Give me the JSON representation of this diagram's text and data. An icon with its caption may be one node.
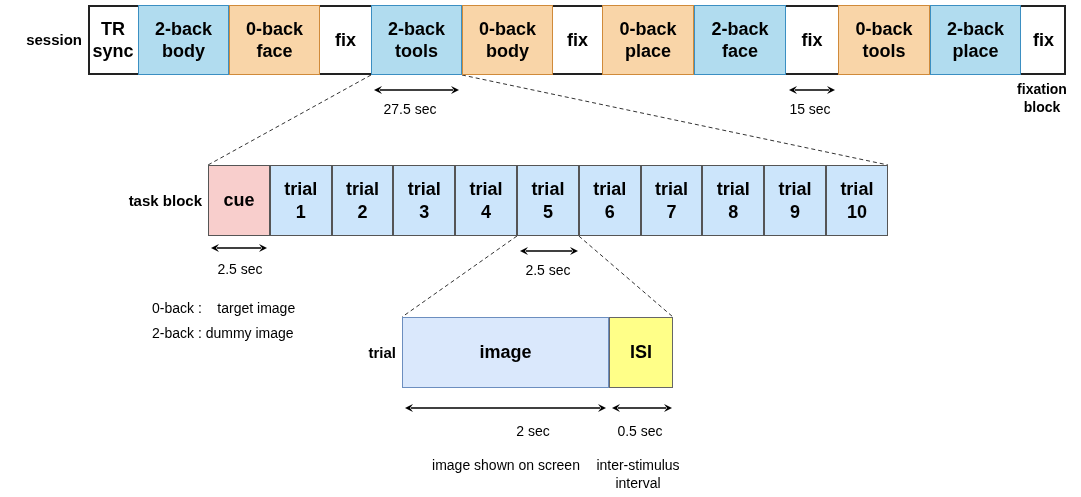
{
  "diagram": {
    "nodes": [
      {
        "text": [
          "session"
        ]
      },
      {
        "text": [
          "TR sync"
        ],
        "in": 0
      },
      {
        "text": [
          "2-back body"
        ],
        "in": 0
      },
      {
        "text": [
          "0-back face"
        ],
        "in": 0
      },
      {
        "text": [
          "fix"
        ],
        "in": 0
      },
      {
        "text": [
          "2-back tools"
        ],
        "in": 0
      },
      {
        "text": [
          "0-back body"
        ],
        "in": 0
      },
      {
        "text": [
          "fix"
        ],
        "in": 0
      },
      {
        "text": [
          "0-back place"
        ],
        "in": 0
      },
      {
        "text": [
          "2-back face"
        ],
        "in": 0
      },
      {
        "text": [
          "fix"
        ],
        "in": 0
      },
      {
        "text": [
          "0-back tools"
        ],
        "in": 0
      },
      {
        "text": [
          "2-back place"
        ],
        "in": 0
      },
      {
        "text": [
          "fix"
        ],
        "in": 0
      },
      {
        "text": [
          "task block"
        ]
      },
      {
        "text": [
          "cue"
        ],
        "in": 14
      },
      {
        "text": [
          "trial 1"
        ],
        "in": 14
      },
      {
        "text": [
          "trial 2"
        ],
        "in": 14
      },
      {
        "text": [
          "trial 3"
        ],
        "in": 14
      },
      {
        "text": [
          "trial 4"
        ],
        "in": 14
      },
      {
        "text": [
          "trial 5"
        ],
        "in": 14
      },
      {
        "text": [
          "trial 6"
        ],
        "in": 14
      },
      {
        "text": [
          "trial 7"
        ],
        "in": 14
      },
      {
        "text": [
          "trial 8"
        ],
        "in": 14
      },
      {
        "text": [
          "trial 9"
        ],
        "in": 14
      },
      {
        "text": [
          "trial 10"
        ],
        "in": 14
      },
      {
        "text": [
          "trial"
        ]
      },
      {
        "text": [
          "image"
        ],
        "in": 26
      },
      {
        "text": [
          "ISI"
        ],
        "in": 26
      }
    ],
    "edges": [
      {
        "from": 5,
        "to": 14,
        "arrow": "none",
        "style": "dashed"
      },
      {
        "from": 5,
        "to": 14,
        "arrow": "none",
        "style": "dashed"
      },
      {
        "from": 20,
        "to": 26,
        "arrow": "none",
        "style": "dashed"
      },
      {
        "from": 20,
        "to": 26,
        "arrow": "none",
        "style": "dashed"
      }
    ],
    "labels": [
      "27.5 sec",
      "15 sec",
      "fixation block",
      "2.5 sec",
      "2.5 sec",
      "0-back :    target image",
      "2-back : dummy image",
      "2 sec",
      "0.5 sec",
      "image shown on screen",
      "inter-stimulus interval"
    ]
  }
}
